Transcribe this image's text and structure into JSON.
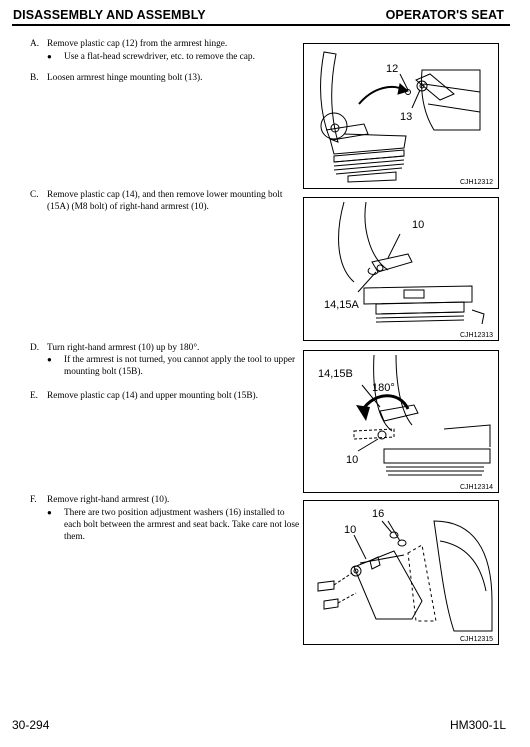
{
  "header": {
    "left": "DISASSEMBLY AND ASSEMBLY",
    "right": "OPERATOR'S SEAT"
  },
  "steps": [
    {
      "letter": "A.",
      "text": "Remove plastic cap (12) from the armrest hinge.",
      "bullets": [
        "Use a flat-head screwdriver, etc. to remove the cap."
      ]
    },
    {
      "letter": "B.",
      "text": "Loosen armrest hinge mounting bolt (13).",
      "bullets": []
    },
    {
      "letter": "C.",
      "text": "Remove plastic cap (14), and then remove lower mounting bolt (15A) (M8 bolt) of right-hand armrest (10).",
      "bullets": []
    },
    {
      "letter": "D.",
      "text": "Turn right-hand armrest (10) up by 180°.",
      "bullets": [
        "If the armrest is not turned, you cannot apply the tool to upper mounting bolt (15B)."
      ]
    },
    {
      "letter": "E.",
      "text": "Remove plastic cap (14) and upper mounting bolt (15B).",
      "bullets": []
    },
    {
      "letter": "F.",
      "text": "Remove right-hand armrest (10).",
      "bullets": [
        "There are two position adjustment washers (16) installed to each bolt between the armrest and seat back. Take care not lose them."
      ]
    }
  ],
  "bullet_symbol": "●",
  "figures": [
    {
      "id": "CJH12312",
      "callouts": [
        "12",
        "13"
      ]
    },
    {
      "id": "CJH12313",
      "callouts": [
        "10",
        "14,15A"
      ]
    },
    {
      "id": "CJH12314",
      "callouts": [
        "14,15B",
        "180°",
        "10"
      ]
    },
    {
      "id": "CJH12315",
      "callouts": [
        "16",
        "10"
      ]
    }
  ],
  "footer": {
    "left": "30-294",
    "right": "HM300-1L"
  }
}
